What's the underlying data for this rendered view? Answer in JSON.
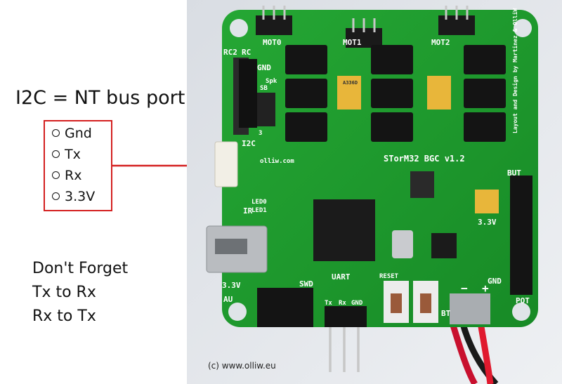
{
  "title": "I2C = NT bus port",
  "pins": [
    "Gnd",
    "Tx",
    "Rx",
    "3.3V"
  ],
  "note_lines": [
    "Don't Forget",
    "Tx to Rx",
    "Rx to Tx"
  ],
  "copyright": "(c) www.olliw.eu",
  "board": {
    "name": "STorM32 BGC v1.2",
    "credit": "Layout and Design by Martinez & OlliW",
    "labels": {
      "mot0": "MOT0",
      "mot1": "MOT1",
      "mot2": "MOT2",
      "rc2": "RC2",
      "rc": "RC",
      "gnd_top": "GND",
      "spk": "Spk",
      "sb": "SB",
      "i2c": "I2C",
      "ir": "IR",
      "led0": "LED0",
      "led1": "LED1",
      "v33_left": "3.3V",
      "au": "AU",
      "swd": "SWD",
      "uart": "UART",
      "tx": "Tx",
      "rx": "Rx",
      "gnd_uart": "GND",
      "reset": "RESET",
      "but": "BUT",
      "v33_right": "3.3V",
      "gnd_right": "GND",
      "pot": "POT",
      "bt": "BT",
      "minus": "−",
      "plus": "+",
      "three": "3",
      "cap": "A336D",
      "olliw": "olliw.com"
    }
  },
  "colors": {
    "frame": "#d42020",
    "pcb": "#1c9a2c",
    "silk": "#ffffff",
    "background": "#ffffff"
  }
}
